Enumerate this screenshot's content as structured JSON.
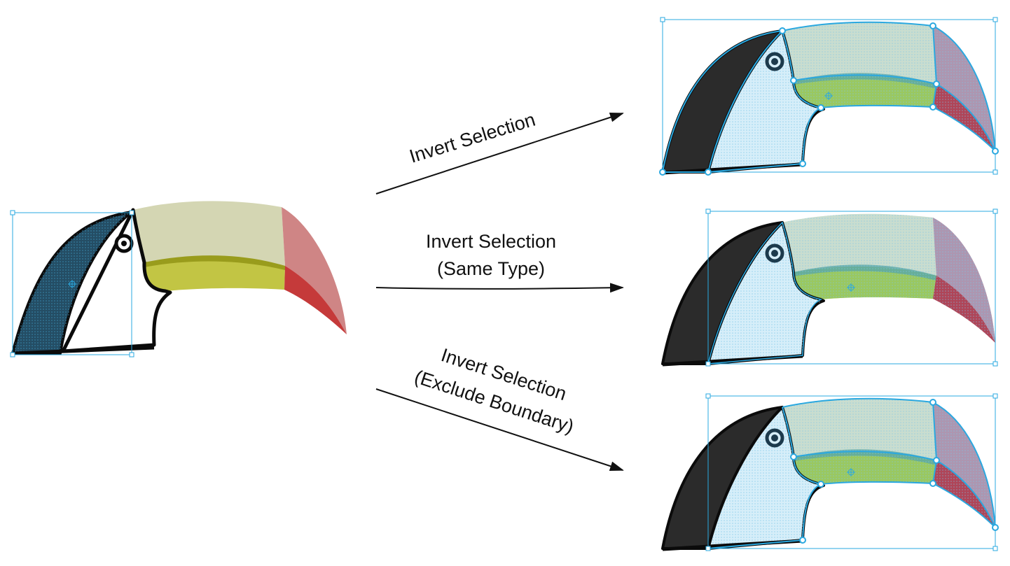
{
  "labels": {
    "invert": "Invert Selection",
    "same_type_1": "Invert Selection",
    "same_type_2": "(Same Type)",
    "exclude_1": "Invert Selection",
    "exclude_2": "(Exclude Boundary)"
  },
  "colors": {
    "stroke": "#0b0b0b",
    "selection": "#2aa8e0",
    "selection_fill": "#d6eef9",
    "head_black": "#2b2b2b",
    "head_selected": "#244d64",
    "beak_top": "#d4d6b3",
    "beak_middle": "#c2c544",
    "beak_middle_line": "#999c1c",
    "beak_tip": "#cf8585",
    "beak_tip_lower": "#c53a3a"
  }
}
